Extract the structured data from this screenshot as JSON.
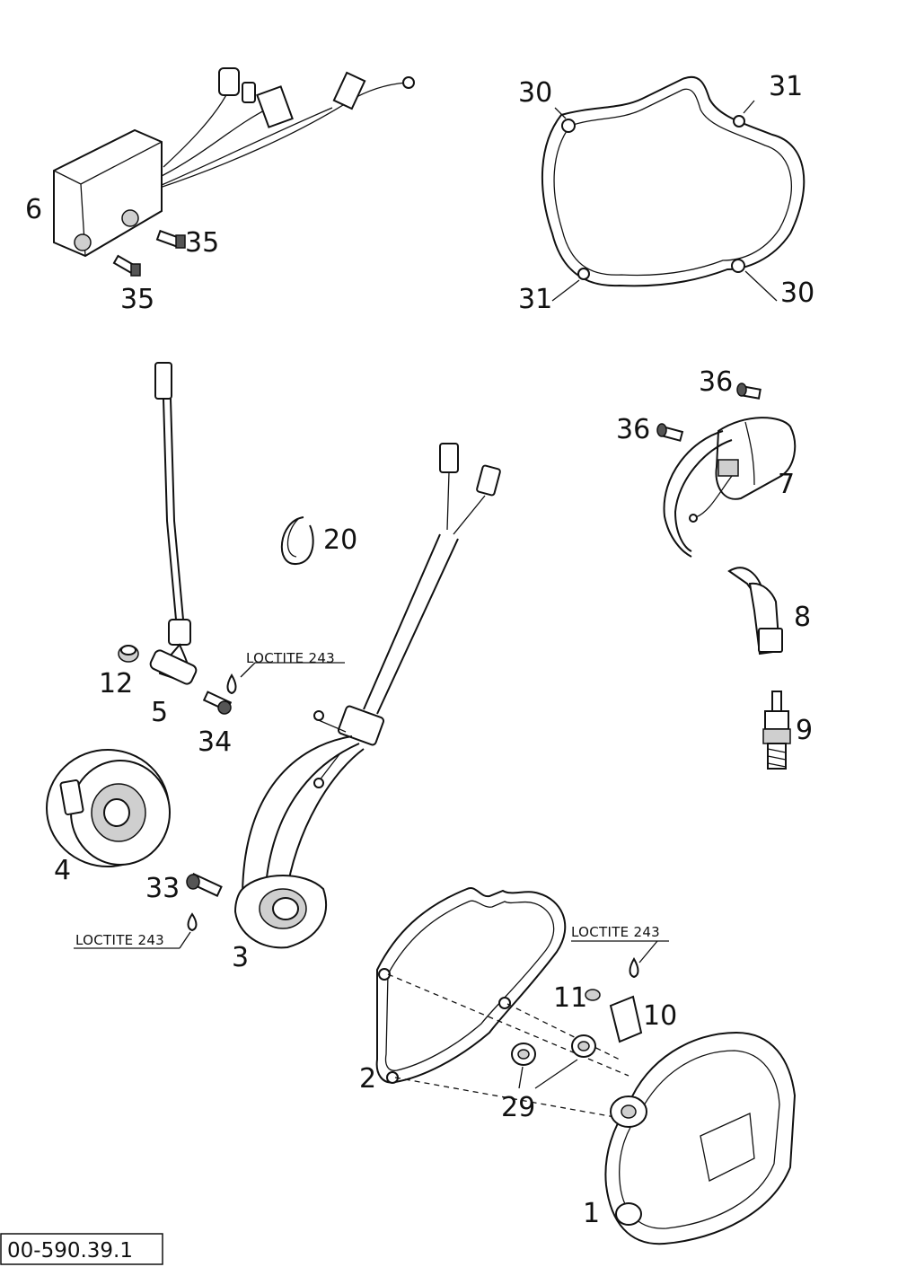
{
  "labels": {
    "p1": "1",
    "p2": "2",
    "p3": "3",
    "p4": "4",
    "p5": "5",
    "p6": "6",
    "p7": "7",
    "p8": "8",
    "p9": "9",
    "p10": "10",
    "p11": "11",
    "p12": "12",
    "p20": "20",
    "p29": "29",
    "p30_top": "30",
    "p30_bottom": "30",
    "p31_top": "31",
    "p31_bottom": "31",
    "p33": "33",
    "p34": "34",
    "p35_right": "35",
    "p35_bottom": "35",
    "p36_top": "36",
    "p36_mid": "36"
  },
  "notes": {
    "loctite_34": "LOCTITE 243",
    "loctite_33": "LOCTITE 243",
    "loctite_11": "LOCTITE 243"
  },
  "drawing_code": "00-590.39.1"
}
